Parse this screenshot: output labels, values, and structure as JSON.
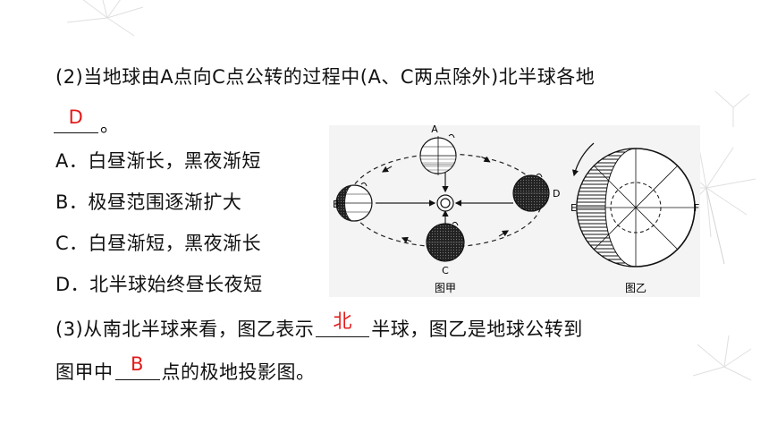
{
  "question2": {
    "stem": "(2)当地球由A点向C点公转的过程中(A、C两点除外)北半球各地",
    "answer": "D",
    "end_punct": "。",
    "options": [
      "A．白昼渐长，黑夜渐短",
      "B．极昼范围逐渐扩大",
      "C．白昼渐短，黑夜渐长",
      "D．北半球始终昼长夜短"
    ]
  },
  "question3": {
    "part1_before": "(3)从南北半球来看，图乙表示",
    "answer1": "北",
    "part1_after": "半球，图乙是地球公转到",
    "part2_before": "图甲中",
    "answer2": "B",
    "part2_after": "点的极地投影图。"
  },
  "figure": {
    "jia_caption": "图甲",
    "yi_caption": "图乙",
    "points": {
      "A": "A",
      "B": "B",
      "C": "C",
      "D": "D"
    },
    "yi_labels": {
      "E": "E",
      "F": "F"
    }
  },
  "colors": {
    "answer": "#e31a1a",
    "text": "#111111"
  }
}
